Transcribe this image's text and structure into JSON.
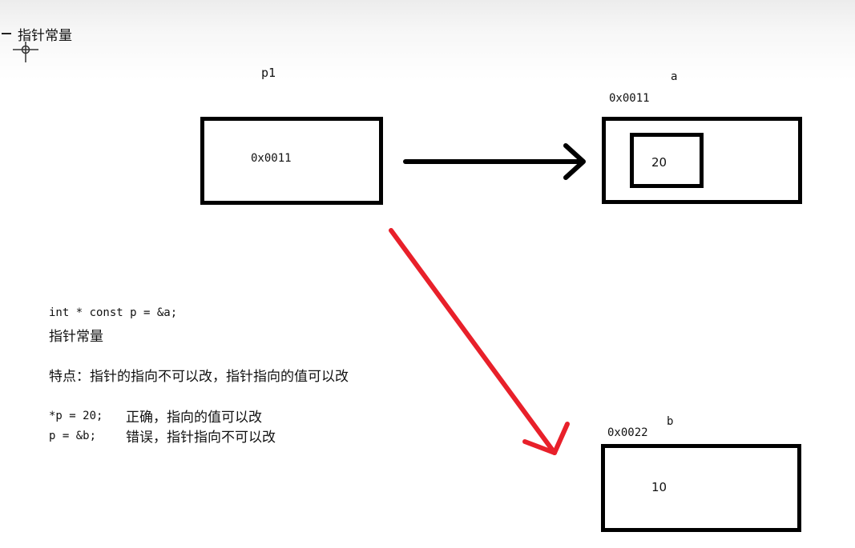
{
  "header": {
    "title_fragment": "",
    "tool_label": "指针常量"
  },
  "nodes": {
    "p1": {
      "label": "p1",
      "value": "0x0011"
    },
    "a": {
      "label": "a",
      "address": "0x0011",
      "value": "20"
    },
    "b": {
      "label": "b",
      "address": "0x0022",
      "value": "10"
    }
  },
  "notes": {
    "code": "int * const p = &a;",
    "name": "指针常量",
    "feature": "特点：指针的指向不可以改，指针指向的值可以改",
    "line1_code": "*p = 20;",
    "line1_text": "正确，指向的值可以改",
    "line2_code": "p = &b;",
    "line2_text": "错误，指针指向不可以改"
  },
  "colors": {
    "ok_arrow": "#000000",
    "error_arrow": "#e8202a"
  },
  "icons": {
    "tool": "crosshair-icon"
  }
}
